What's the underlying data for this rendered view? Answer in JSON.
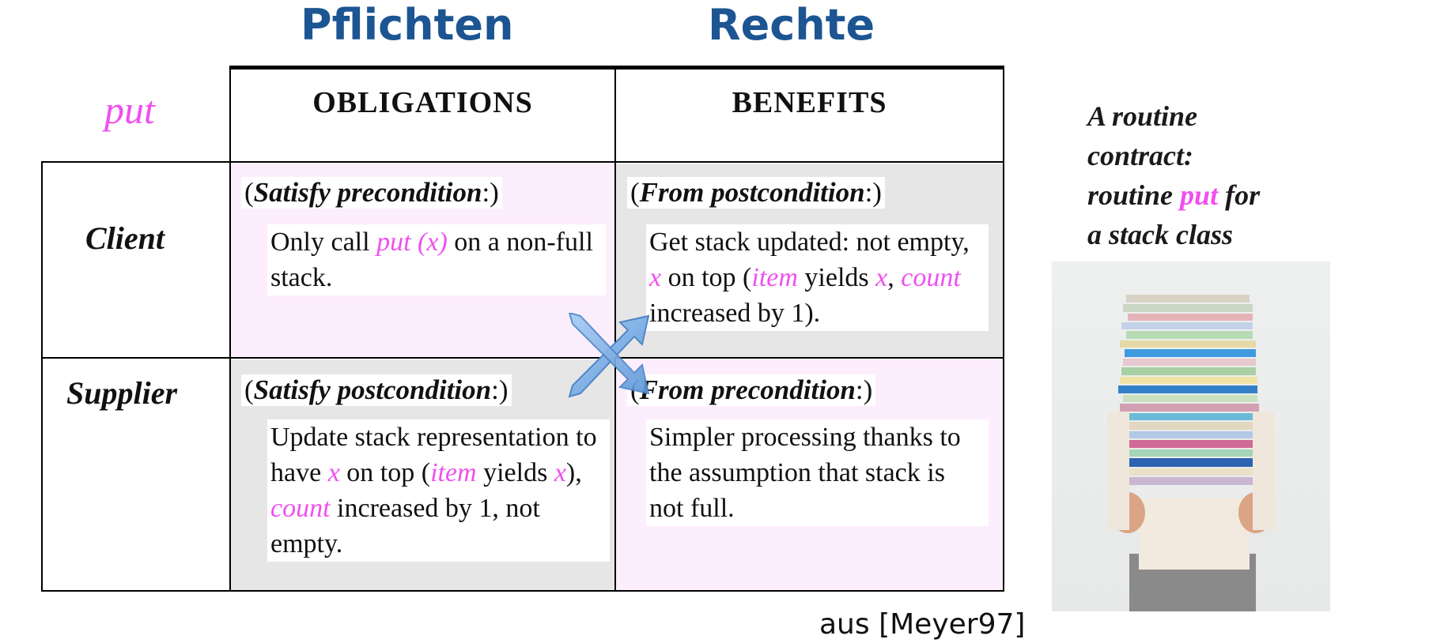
{
  "headers": {
    "left": "Pflichten",
    "right": "Rechte"
  },
  "routine_label": "put",
  "table": {
    "col_headers": [
      "OBLIGATIONS",
      "BENEFITS"
    ],
    "rows": [
      {
        "label": "Client",
        "obligation": {
          "title_main": "Satisfy precondition",
          "body_1": "Only call ",
          "body_put": "put (x)",
          "body_2": " on a non-full stack."
        },
        "benefit": {
          "title_main": "From postcondition",
          "body_1": "Get stack updated: not empty, ",
          "body_x": "x",
          "body_2": " on top (",
          "body_item": "item",
          "body_3": " yields ",
          "body_x2": "x",
          "body_4": ", ",
          "body_count": "count",
          "body_5": " increased by 1)."
        }
      },
      {
        "label": "Supplier",
        "obligation": {
          "title_main": "Satisfy postcondition",
          "body_1": "Update stack representation to have ",
          "body_x": "x",
          "body_2": " on top (",
          "body_item": "item",
          "body_3": " yields ",
          "body_x2": "x",
          "body_4": "), ",
          "body_count": "count",
          "body_5": " increased by 1, not empty."
        },
        "benefit": {
          "title_main": "From precondition",
          "body_1": "Simpler processing thanks to the assumption that stack is not full."
        }
      }
    ]
  },
  "caption": {
    "line1": "A routine",
    "line2": "contract:",
    "line3a": "routine ",
    "line3_put": "put",
    "line3b": " for",
    "line4": "a stack class"
  },
  "source": "aus [Meyer97]",
  "colors": {
    "header_blue": "#1c5592",
    "magenta": "#f04ff0",
    "pink_cell": "#fdeefd",
    "grey_cell": "#e6e6e6",
    "arrow_blue": "#7aaee6"
  }
}
